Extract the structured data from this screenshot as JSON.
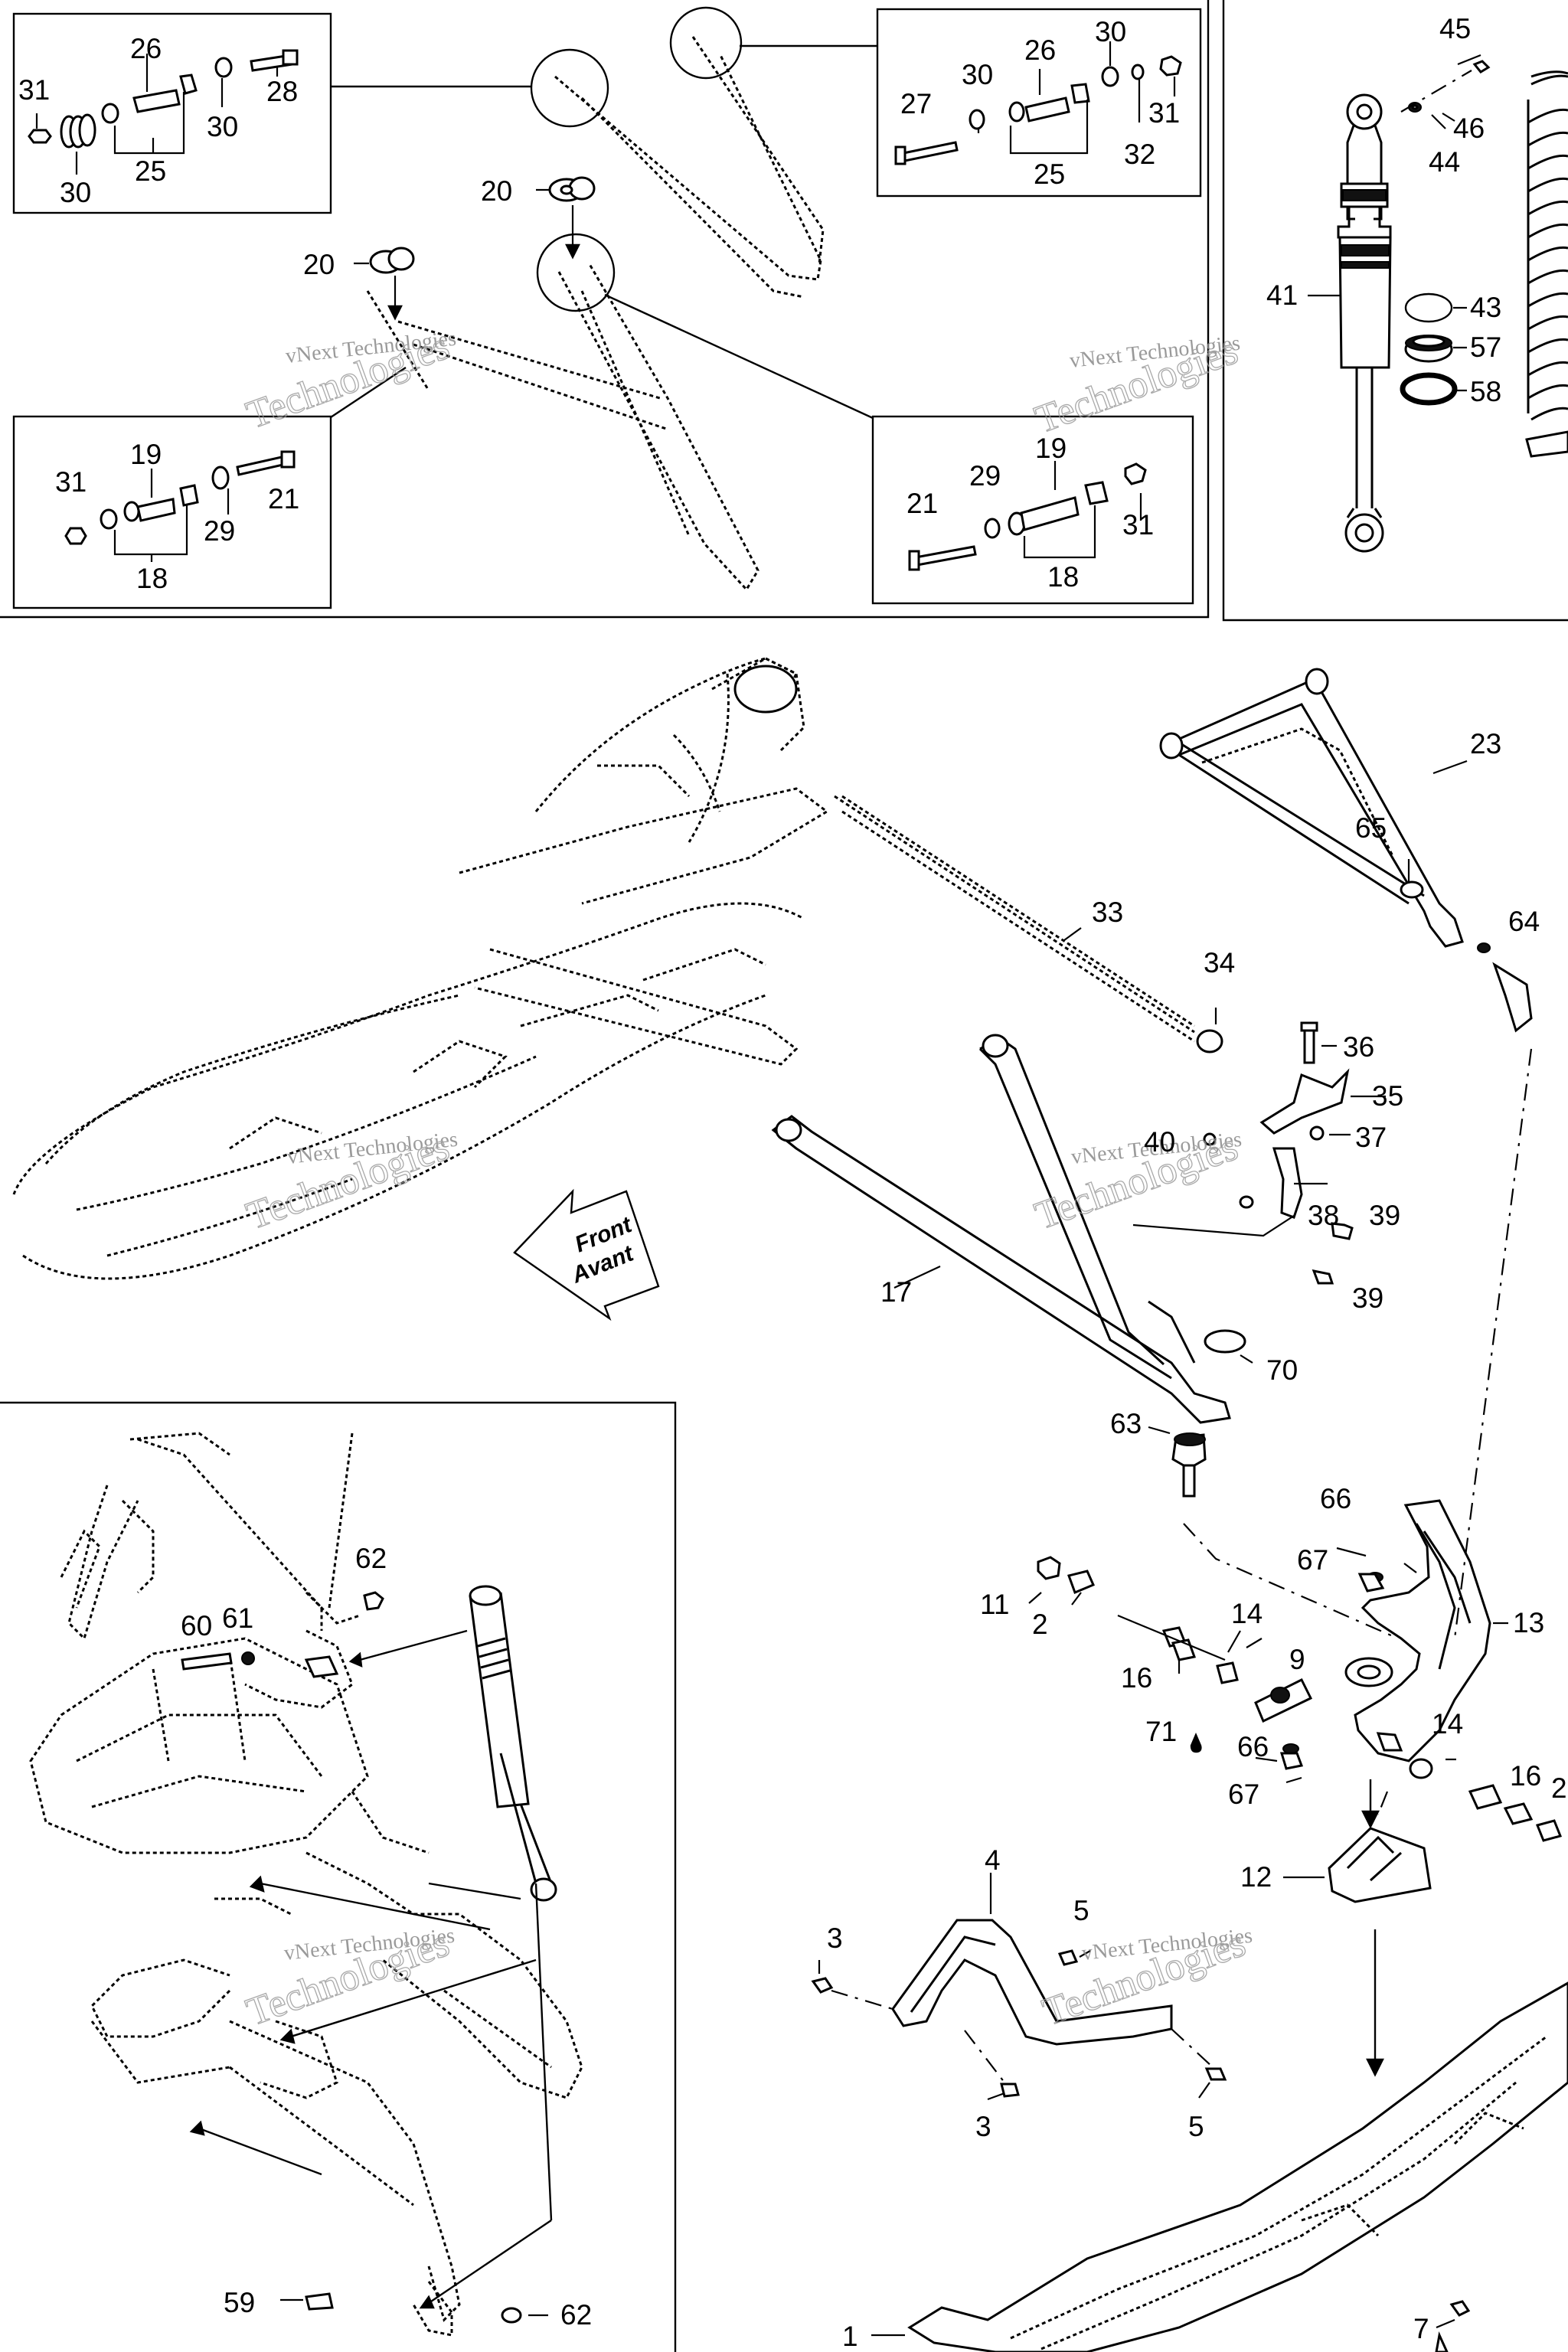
{
  "watermark": {
    "line1": "vNext Technologies",
    "line2": "Technologies"
  },
  "front_arrow": {
    "line1": "Front",
    "line2": "Avant"
  },
  "callouts": {
    "c31a": "31",
    "c26a": "26",
    "c28": "28",
    "c30a": "30",
    "c30b": "30",
    "c25a": "25",
    "c27": "27",
    "c30c": "30",
    "c26b": "26",
    "c30d": "30",
    "c31b": "31",
    "c32": "32",
    "c25b": "25",
    "c20a": "20",
    "c20b": "20",
    "c31c": "31",
    "c19a": "19",
    "c21a": "21",
    "c29a": "29",
    "c18a": "18",
    "c21b": "21",
    "c29b": "29",
    "c19b": "19",
    "c31d": "31",
    "c18b": "18",
    "c45": "45",
    "c46": "46",
    "c44": "44",
    "c41": "41",
    "c43": "43",
    "c57": "57",
    "c58": "58",
    "c23": "23",
    "c65": "65",
    "c64": "64",
    "c33": "33",
    "c34": "34",
    "c36": "36",
    "c35": "35",
    "c37": "37",
    "c40": "40",
    "c38": "38",
    "c39a": "39",
    "c39b": "39",
    "c17": "17",
    "c70": "70",
    "c63": "63",
    "c66a": "66",
    "c67a": "67",
    "c11": "11",
    "c2a": "2",
    "c14a": "14",
    "c13": "13",
    "c16a": "16",
    "c9": "9",
    "c71": "71",
    "c66b": "66",
    "c67b": "67",
    "c14b": "14",
    "c16b": "16",
    "c2b": "2",
    "c12": "12",
    "c4": "4",
    "c5a": "5",
    "c3a": "3",
    "c3b": "3",
    "c5b": "5",
    "c1": "1",
    "c7": "7",
    "c62a": "62",
    "c60": "60",
    "c61": "61",
    "c59": "59",
    "c62b": "62"
  }
}
